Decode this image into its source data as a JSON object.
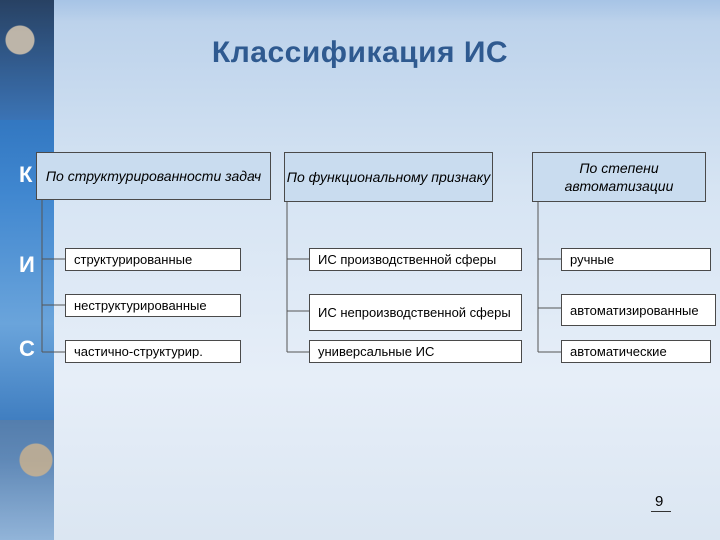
{
  "slide": {
    "title": "Классификация ИС",
    "strip_letters": [
      "К",
      "И",
      "С"
    ],
    "page_number": "9"
  },
  "columns": [
    {
      "header": "По структурированности задач",
      "items": [
        "структурированные",
        "неструктурированные",
        "частично-структурир."
      ]
    },
    {
      "header": "По функциональному признаку",
      "items": [
        "ИС производственной сферы",
        "ИС непроизводственной сферы",
        "универсальные ИС"
      ]
    },
    {
      "header": "По степени автоматизации",
      "items": [
        "ручные",
        "автоматизированные",
        "автоматические"
      ]
    }
  ]
}
